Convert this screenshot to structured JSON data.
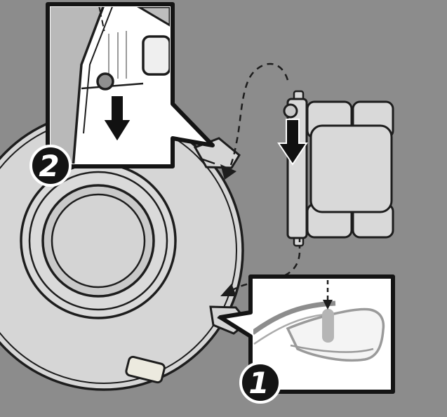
{
  "figure": {
    "background_color": "#8c8c8c",
    "outline_color": "#1d1d1d",
    "part_fill_color": "#d6d6d6",
    "part_fill_mid": "#b9b9b9",
    "inset_background_color": "#ffffff",
    "badge_fill_color": "#141414",
    "badge_text_color": "#ffffff",
    "arrow_color": "#111111"
  },
  "steps": [
    {
      "label": "1"
    },
    {
      "label": "2"
    }
  ],
  "icons": [
    "press-down-arrow-icon",
    "motion-path-dashed-arrow-icon",
    "insert-down-dashed-arrow-icon",
    "alignment-axis-dashdot-line"
  ]
}
